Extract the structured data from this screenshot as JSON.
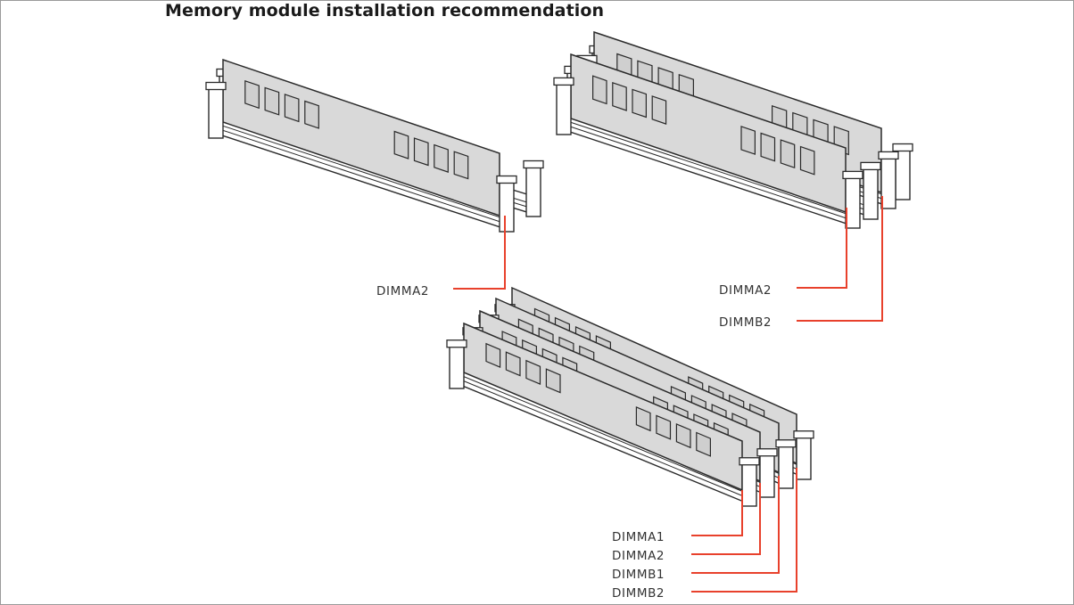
{
  "title": "Memory module installation recommendation",
  "colors": {
    "leader_line": "#e8412c",
    "module_fill": "#d9d9d9",
    "chip_fill": "#cfcfcf",
    "outline": "#2a2a2a",
    "slot_fill": "#ffffff"
  },
  "configurations": [
    {
      "labels": [
        "DIMMA2"
      ]
    },
    {
      "labels": [
        "DIMMA2",
        "DIMMB2"
      ]
    },
    {
      "labels": [
        "DIMMA1",
        "DIMMA2",
        "DIMMB1",
        "DIMMB2"
      ]
    }
  ]
}
